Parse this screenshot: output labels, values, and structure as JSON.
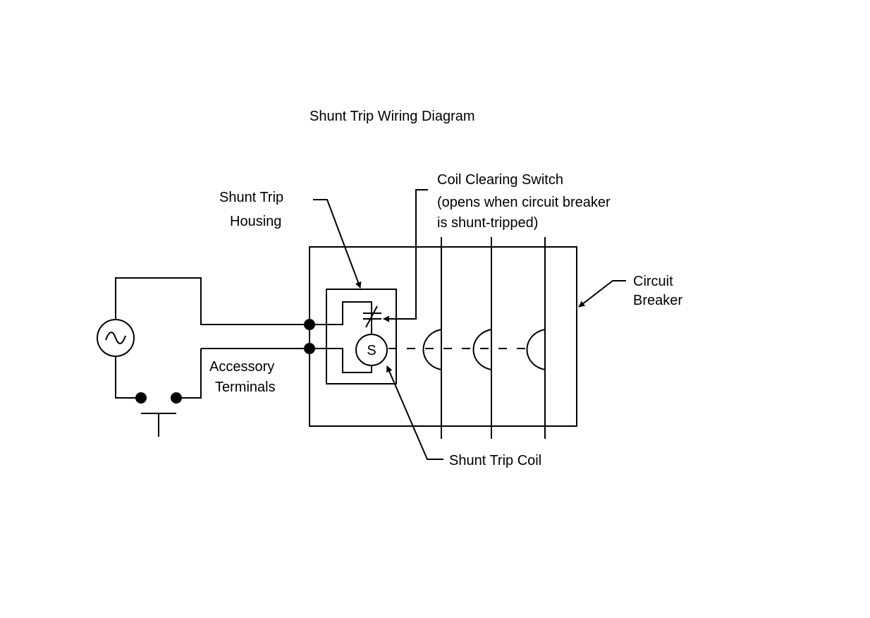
{
  "title": "Shunt Trip Wiring Diagram",
  "labels": {
    "housing": [
      "Shunt Trip",
      "Housing"
    ],
    "clearing_switch": [
      "Coil Clearing Switch",
      "(opens when circuit breaker",
      "is shunt-tripped)"
    ],
    "breaker": [
      "Circuit",
      "Breaker"
    ],
    "terminals": [
      "Accessory",
      "Terminals"
    ],
    "coil": "Shunt Trip Coil",
    "coil_symbol": "S"
  },
  "colors": {
    "line": "#000000",
    "background": "#ffffff"
  },
  "icons": {
    "source": "ac-source-icon",
    "switch": "pushbutton-switch-icon"
  }
}
